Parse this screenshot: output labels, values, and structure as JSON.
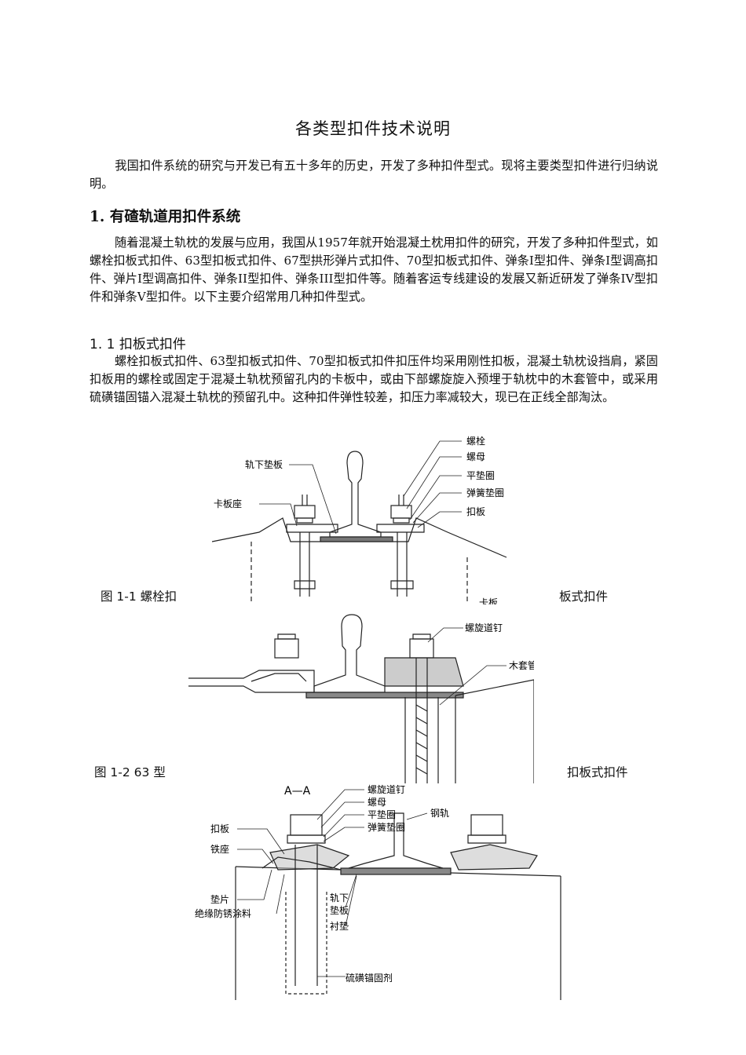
{
  "document": {
    "title": "各类型扣件技术说明",
    "intro": "我国扣件系统的研究与开发已有五十多年的历史，开发了多种扣件型式。现将主要类型扣件进行归纳说明。",
    "section1": {
      "heading_num": "1.",
      "heading_text": "有碴轨道用扣件系统",
      "paragraph": "随着混凝土轨枕的发展与应用，我国从1957年就开始混凝土枕用扣件的研究，开发了多种扣件型式，如螺栓扣板式扣件、63型扣板式扣件、67型拱形弹片式扣件、70型扣板式扣件、弹条I型扣件、弹条I型调高扣件、弹片I型调高扣件、弹条II型扣件、弹条III型扣件等。随着客运专线建设的发展又新近研发了弹条IV型扣件和弹条V型扣件。以下主要介绍常用几种扣件型式。"
    },
    "section1_1": {
      "heading": "1. 1  扣板式扣件",
      "paragraph": "螺栓扣板式扣件、63型扣板式扣件、70型扣板式扣件扣压件均采用刚性扣板，混凝土轨枕设挡肩，紧固扣板用的螺栓或固定于混凝土轨枕预留孔内的卡板中，或由下部螺旋旋入预埋于轨枕中的木套管中，或采用硫磺锚固锚入混凝土轨枕的预留孔中。这种扣件弹性较差，扣压力率减较大，现已在正线全部淘汰。"
    }
  },
  "figures": {
    "fig1": {
      "caption_left": "图 1-1  螺栓扣",
      "caption_right": "板式扣件",
      "labels": {
        "bolt": "螺栓",
        "nut": "螺母",
        "flat_washer": "平垫圈",
        "spring_washer": "弹簧垫圈",
        "clip_plate": "扣板",
        "rail_pad": "轨下垫板",
        "clip_seat": "卡板座",
        "clip_board": "卡板"
      }
    },
    "fig2": {
      "caption_left": "图 1-2  63 型",
      "caption_right": "扣板式扣件",
      "labels": {
        "screw_spike": "螺旋道钉",
        "wood_sleeve": "木套管"
      }
    },
    "fig3": {
      "labels": {
        "section": "A—A",
        "screw_spike": "螺旋道钉",
        "nut": "螺母",
        "flat_washer": "平垫圈",
        "spring_washer": "弹簧垫圈",
        "rail": "钢轨",
        "clip_plate": "扣板",
        "iron_seat": "铁座",
        "shim": "垫片",
        "coating": "绝缘防锈涂料",
        "rail_pad_1": "轨下",
        "rail_pad_2": "垫板",
        "liner": "衬垫",
        "sulfur_anchor": "硫磺锚固剂"
      }
    }
  }
}
